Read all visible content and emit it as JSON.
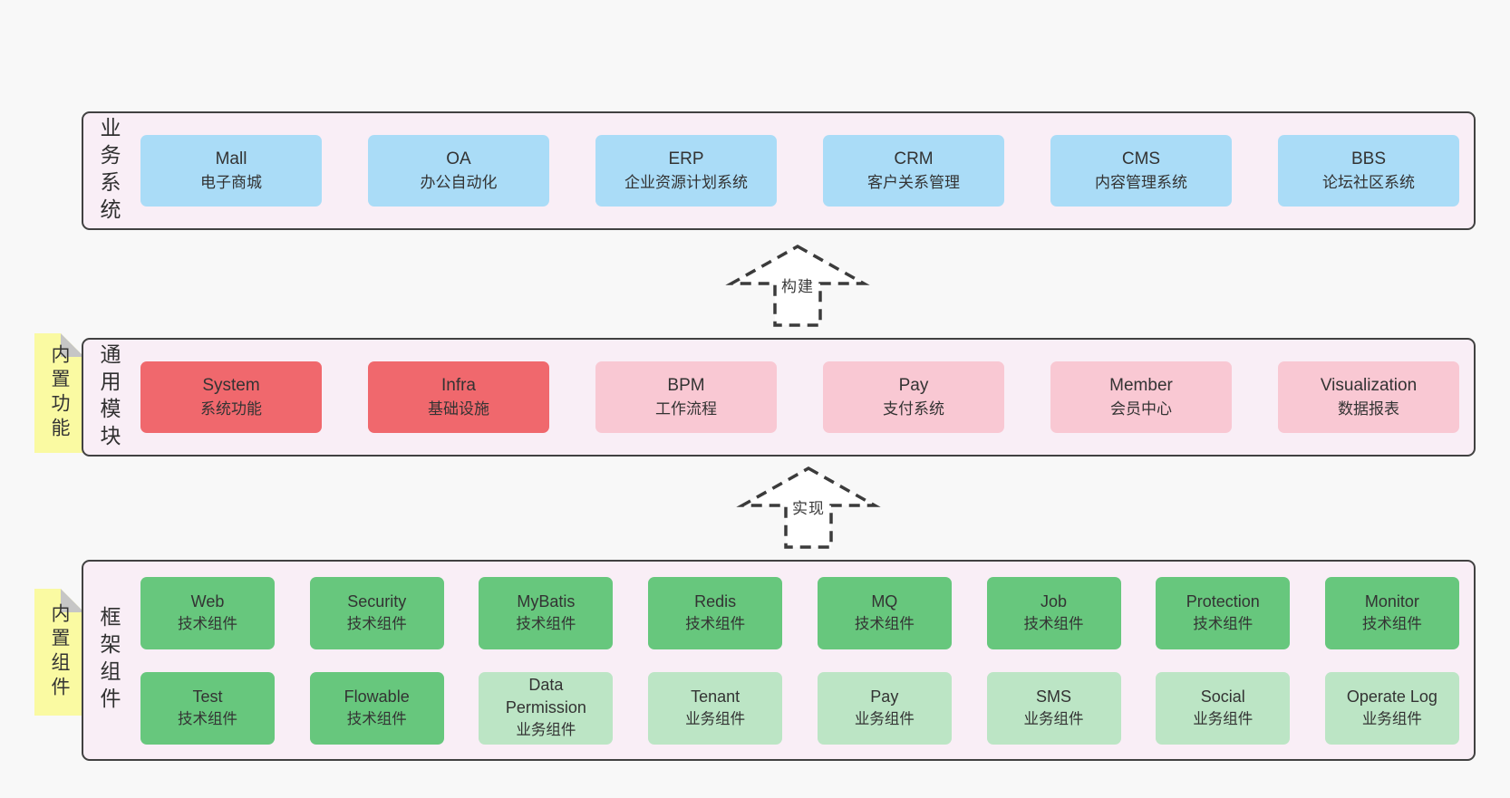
{
  "colors": {
    "page_bg": "#f8f8f8",
    "panel_bg": "#f9eef6",
    "panel_border": "#414141",
    "blue_box": "#aadcf7",
    "red_box": "#f0686d",
    "pink_box": "#f9c8d3",
    "green_box": "#67c77d",
    "light_green_box": "#bce5c5",
    "sticky_yellow": "#fafaa2",
    "sticky_fold_gray": "#c6c6c6",
    "text": "#333333"
  },
  "layers": [
    {
      "label": "业务系统",
      "boxes": [
        {
          "name": "Mall",
          "desc": "电子商城"
        },
        {
          "name": "OA",
          "desc": "办公自动化"
        },
        {
          "name": "ERP",
          "desc": "企业资源计划系统"
        },
        {
          "name": "CRM",
          "desc": "客户关系管理"
        },
        {
          "name": "CMS",
          "desc": "内容管理系统"
        },
        {
          "name": "BBS",
          "desc": "论坛社区系统"
        }
      ]
    },
    {
      "label": "通用模块",
      "sticky": "内置功能",
      "boxes": [
        {
          "name": "System",
          "desc": "系统功能"
        },
        {
          "name": "Infra",
          "desc": "基础设施"
        },
        {
          "name": "BPM",
          "desc": "工作流程"
        },
        {
          "name": "Pay",
          "desc": "支付系统"
        },
        {
          "name": "Member",
          "desc": "会员中心"
        },
        {
          "name": "Visualization",
          "desc": "数据报表"
        }
      ]
    },
    {
      "label": "框架组件",
      "sticky": "内置组件",
      "rows": [
        [
          {
            "name": "Web",
            "desc": "技术组件"
          },
          {
            "name": "Security",
            "desc": "技术组件"
          },
          {
            "name": "MyBatis",
            "desc": "技术组件"
          },
          {
            "name": "Redis",
            "desc": "技术组件"
          },
          {
            "name": "MQ",
            "desc": "技术组件"
          },
          {
            "name": "Job",
            "desc": "技术组件"
          },
          {
            "name": "Protection",
            "desc": "技术组件"
          },
          {
            "name": "Monitor",
            "desc": "技术组件"
          }
        ],
        [
          {
            "name": "Test",
            "desc": "技术组件"
          },
          {
            "name": "Flowable",
            "desc": "技术组件"
          },
          {
            "name": "Data Permission",
            "desc": "业务组件"
          },
          {
            "name": "Tenant",
            "desc": "业务组件"
          },
          {
            "name": "Pay",
            "desc": "业务组件"
          },
          {
            "name": "SMS",
            "desc": "业务组件"
          },
          {
            "name": "Social",
            "desc": "业务组件"
          },
          {
            "name": "Operate Log",
            "desc": "业务组件"
          }
        ]
      ]
    }
  ],
  "arrows": [
    {
      "label": "构建"
    },
    {
      "label": "实现"
    }
  ]
}
